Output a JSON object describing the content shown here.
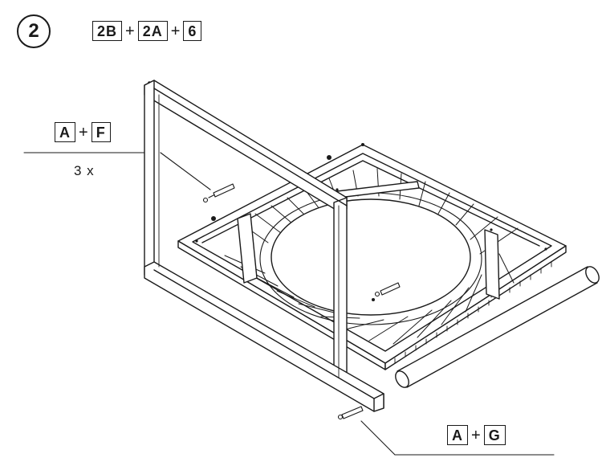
{
  "step": {
    "number": "2"
  },
  "header_parts": [
    "2B",
    "+",
    "2A",
    "+",
    "6"
  ],
  "callout_top": {
    "parts": [
      "A",
      "+",
      "F"
    ],
    "quantity": "3 x"
  },
  "callout_bottom": {
    "parts": [
      "A",
      "+",
      "G"
    ]
  },
  "colors": {
    "line": "#1a1a1a",
    "background": "#ffffff"
  }
}
